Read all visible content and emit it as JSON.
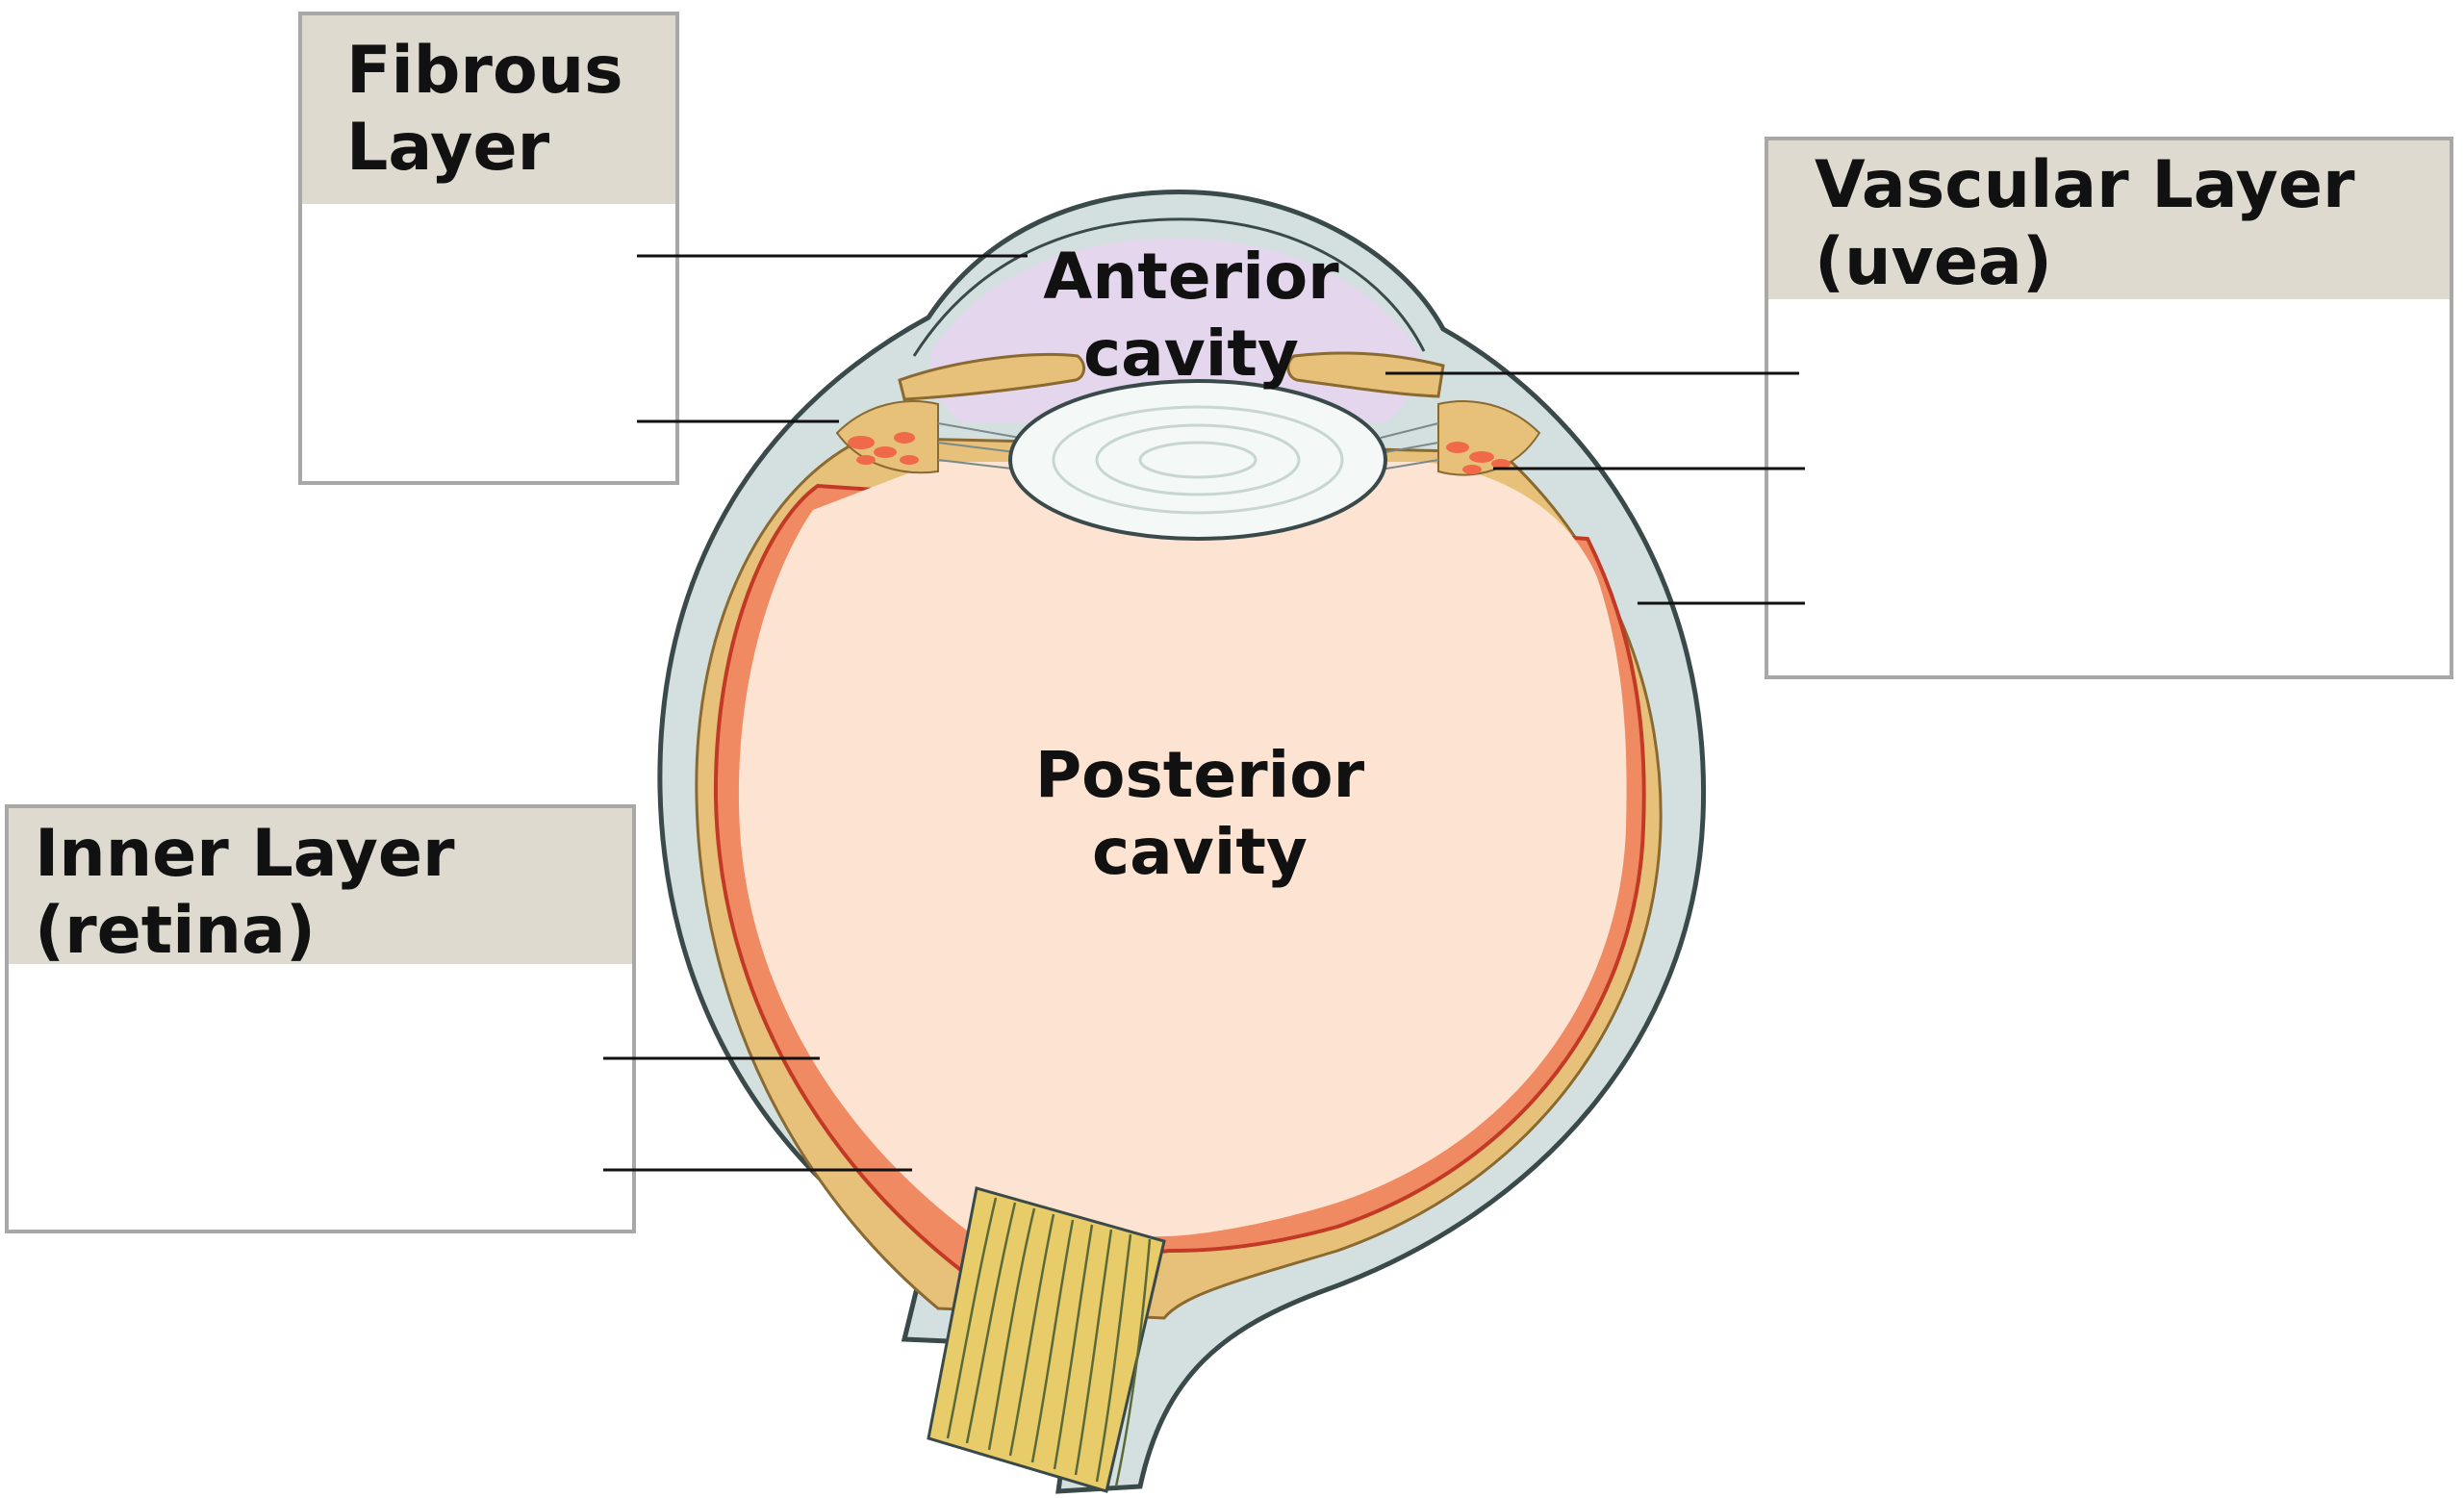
{
  "boxes": {
    "fibrous": {
      "title_line1": "Fibrous",
      "title_line2": "Layer"
    },
    "vascular": {
      "title_line1": "Vascular Layer",
      "title_line2": "(uvea)"
    },
    "inner": {
      "title_line1": "Inner Layer",
      "title_line2": "(retina)"
    }
  },
  "cavities": {
    "anterior": {
      "line1": "Anterior",
      "line2": "cavity"
    },
    "posterior": {
      "line1": "Posterior",
      "line2": "cavity"
    }
  },
  "colors": {
    "box_header": "#dedad0",
    "box_border": "#a8a8a8",
    "sclera": "#d4e0e0",
    "sclera_outline": "#3a4a4a",
    "choroid": "#e7c07a",
    "retina": "#f08a62",
    "retina_dark": "#c23a25",
    "vitreous": "#fde4d2",
    "aqueous": "#e4d6ec",
    "lens": "#f4f8f6",
    "optic_nerve": "#e8cc6a"
  }
}
